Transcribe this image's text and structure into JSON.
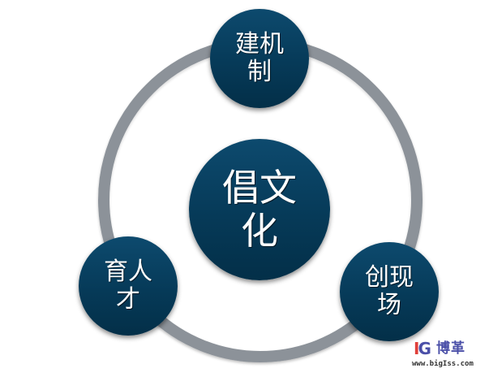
{
  "diagram": {
    "type": "cycle-hub",
    "ring_color": "#8c9299",
    "node_color": "#063a58",
    "text_color": "#ffffff",
    "center": {
      "line1": "倡文",
      "line2": "化"
    },
    "nodes": [
      {
        "position": "top",
        "line1": "建机",
        "line2": "制"
      },
      {
        "position": "bottom-left",
        "line1": "育人",
        "line2": "才"
      },
      {
        "position": "bottom-right",
        "line1": "创现",
        "line2": "场"
      }
    ]
  },
  "watermark": {
    "mark_i": "I",
    "mark_g": "G",
    "name": "博革",
    "url": "www.bigIss.com",
    "colors": {
      "i": "#e0403a",
      "g": "#4a4fa8",
      "name": "#4a4fa8"
    }
  }
}
